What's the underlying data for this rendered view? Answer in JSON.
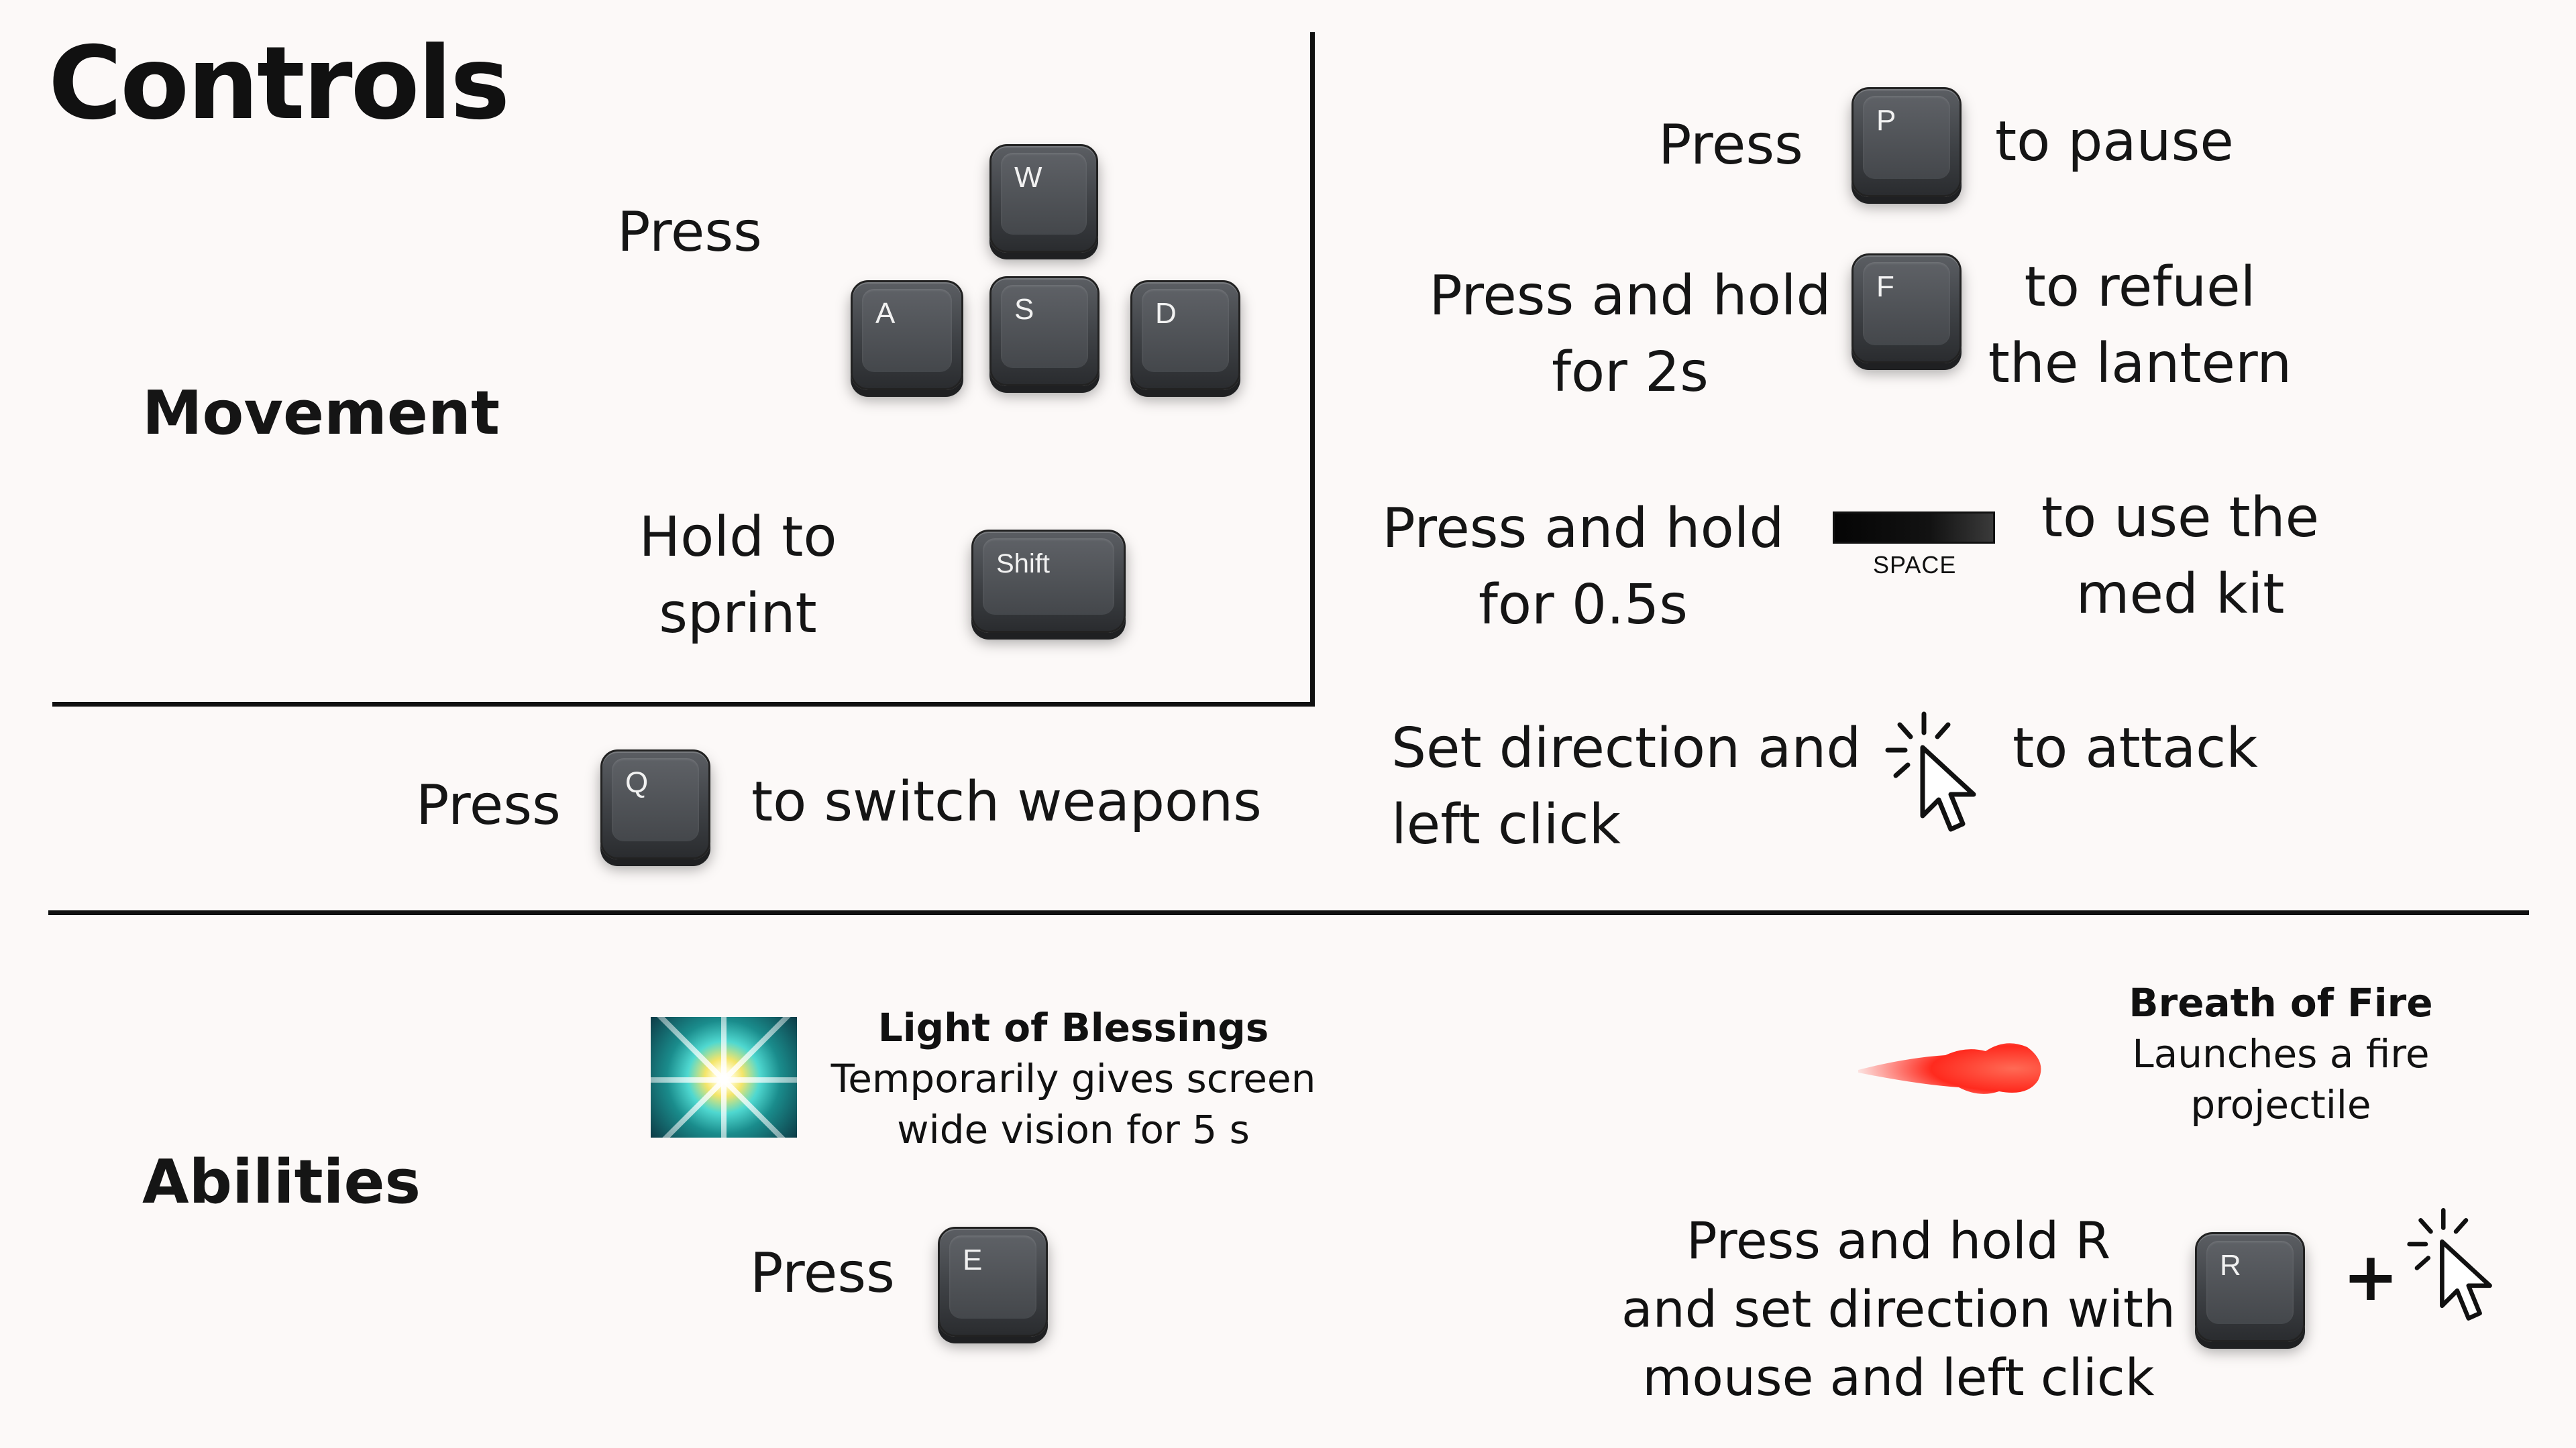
{
  "page": {
    "title": "Controls",
    "movement_heading": "Movement",
    "abilities_heading": "Abilities"
  },
  "movement": {
    "press_label": "Press",
    "keys": {
      "w": "W",
      "a": "A",
      "s": "S",
      "d": "D"
    },
    "sprint_label_line1": "Hold to",
    "sprint_label_line2": "sprint",
    "sprint_key": "Shift"
  },
  "weapons": {
    "press_label": "Press",
    "key": "Q",
    "action": "to switch weapons"
  },
  "pause": {
    "press_label": "Press",
    "key": "P",
    "action": "to pause"
  },
  "refuel": {
    "press_line1": "Press and hold",
    "press_line2": "for 2s",
    "key": "F",
    "action_line1": "to refuel",
    "action_line2": "the lantern"
  },
  "medkit": {
    "press_line1": "Press and hold",
    "press_line2": "for 0.5s",
    "key": "SPACE",
    "action_line1": "to use the",
    "action_line2": "med kit"
  },
  "attack": {
    "press_line1": "Set direction and",
    "press_line2": "left click",
    "icon": "mouse-click-icon",
    "action": "to attack"
  },
  "abilities": {
    "light": {
      "name": "Light of Blessings",
      "desc_line1": "Temporarily gives screen",
      "desc_line2": "wide vision for 5 s",
      "press_label": "Press",
      "key": "E",
      "icon": "light-burst-icon"
    },
    "fire": {
      "name": "Breath of Fire",
      "desc_line1": "Launches a fire",
      "desc_line2": "projectile",
      "press_line1": "Press and hold R",
      "press_line2": "and set direction with",
      "press_line3": "mouse and left click",
      "key": "R",
      "plus": "+",
      "icon": "fireball-icon",
      "click_icon": "mouse-click-icon"
    }
  }
}
